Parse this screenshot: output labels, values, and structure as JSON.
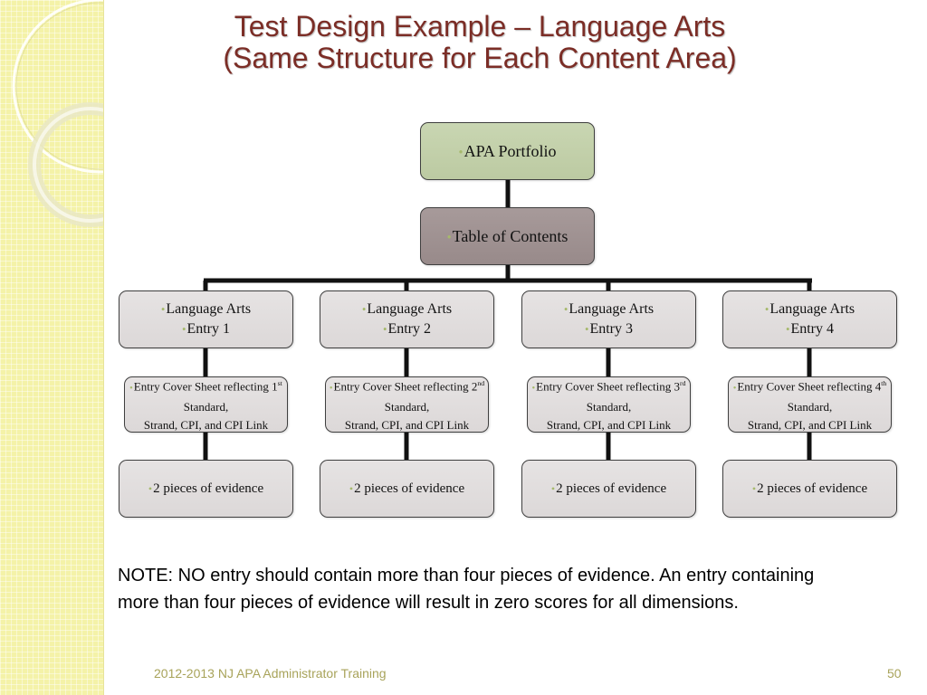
{
  "title": {
    "line1": "Test Design Example – Language Arts",
    "line2": "(Same Structure for Each Content Area)"
  },
  "diagram": {
    "root": "APA Portfolio",
    "toc": "Table of Contents",
    "entries": [
      {
        "area": "Language Arts",
        "entry": "Entry 1",
        "cover_pre": "Entry Cover Sheet reflecting 1",
        "cover_ordinal": "st",
        "cover_post": " Standard,",
        "cover_line3": "Strand, CPI, and CPI Link",
        "evidence": "2 pieces of evidence"
      },
      {
        "area": "Language Arts",
        "entry": "Entry 2",
        "cover_pre": "Entry Cover Sheet reflecting 2",
        "cover_ordinal": "nd",
        "cover_post": " Standard,",
        "cover_line3": "Strand, CPI, and CPI Link",
        "evidence": "2 pieces of evidence"
      },
      {
        "area": "Language Arts",
        "entry": "Entry 3",
        "cover_pre": "Entry Cover Sheet reflecting 3",
        "cover_ordinal": "rd",
        "cover_post": " Standard,",
        "cover_line3": "Strand, CPI, and CPI Link",
        "evidence": "2 pieces of evidence"
      },
      {
        "area": "Language Arts",
        "entry": "Entry 4",
        "cover_pre": "Entry Cover Sheet reflecting 4",
        "cover_ordinal": "th",
        "cover_post": " Standard,",
        "cover_line3": "Strand, CPI, and CPI Link",
        "evidence": "2 pieces of evidence"
      }
    ]
  },
  "note": "NOTE: NO entry should contain more than four pieces of evidence.  An entry containing more than four pieces of evidence will result in zero scores for all dimensions.",
  "footer": {
    "left": "2012-2013 NJ APA Administrator Training",
    "page_number": "50"
  },
  "colors": {
    "title": "#7b2d26",
    "root_box": "#c9d6b2",
    "toc_box": "#a79a9a",
    "child_box": "#e6e3e3",
    "bullet": "#a6b96c",
    "sidebar": "#f4f2a8",
    "footer_text": "#a8a35a"
  }
}
